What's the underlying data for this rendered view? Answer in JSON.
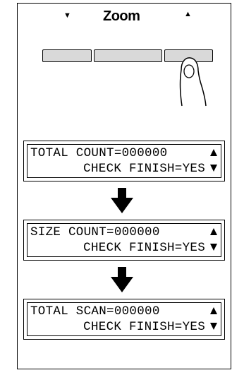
{
  "zoom": {
    "label": "Zoom",
    "down_arrow": "▼",
    "up_arrow": "▲"
  },
  "screens": [
    {
      "line1": "TOTAL COUNT=000000",
      "line2": "CHECK FINISH=YES"
    },
    {
      "line1": "SIZE COUNT=000000",
      "line2": "CHECK FINISH=YES"
    },
    {
      "line1": "TOTAL SCAN=000000",
      "line2": "CHECK FINISH=YES"
    }
  ]
}
